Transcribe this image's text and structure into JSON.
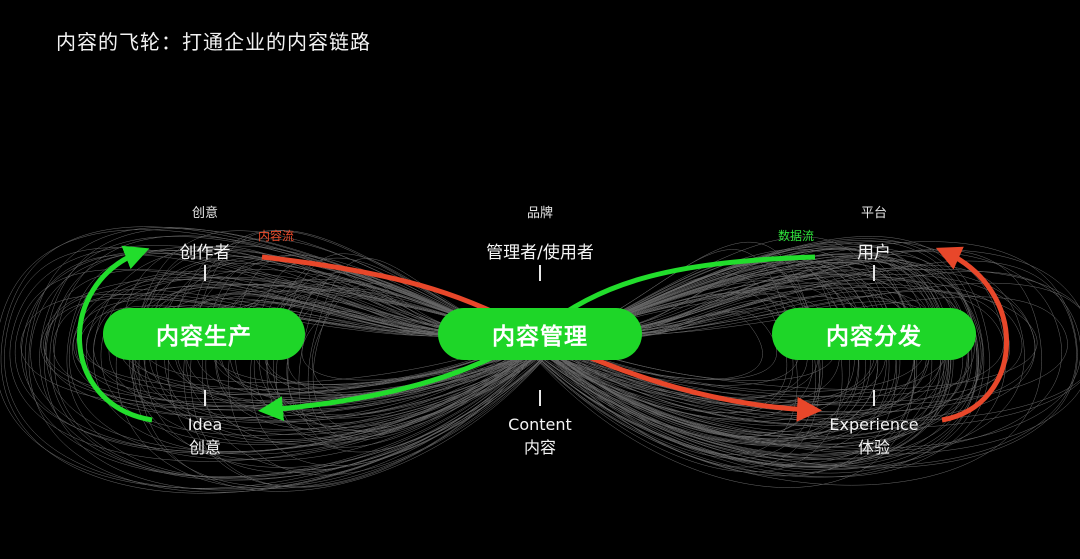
{
  "title": "内容的飞轮：打通企业的内容链路",
  "left": {
    "category": "创意",
    "top_label": "创作者",
    "pill": "内容生产",
    "bottom_label_1": "Idea",
    "bottom_label_2": "创意"
  },
  "center": {
    "category": "品牌",
    "top_label": "管理者/使用者",
    "pill": "内容管理",
    "bottom_label_1": "Content",
    "bottom_label_2": "内容"
  },
  "right": {
    "category": "平台",
    "top_label": "用户",
    "pill": "内容分发",
    "bottom_label_1": "Experience",
    "bottom_label_2": "体验"
  },
  "flows": {
    "red_label": "内容流",
    "green_label": "数据流"
  },
  "colors": {
    "green": "#1ed628",
    "red": "#e8472a",
    "background": "#000000"
  }
}
